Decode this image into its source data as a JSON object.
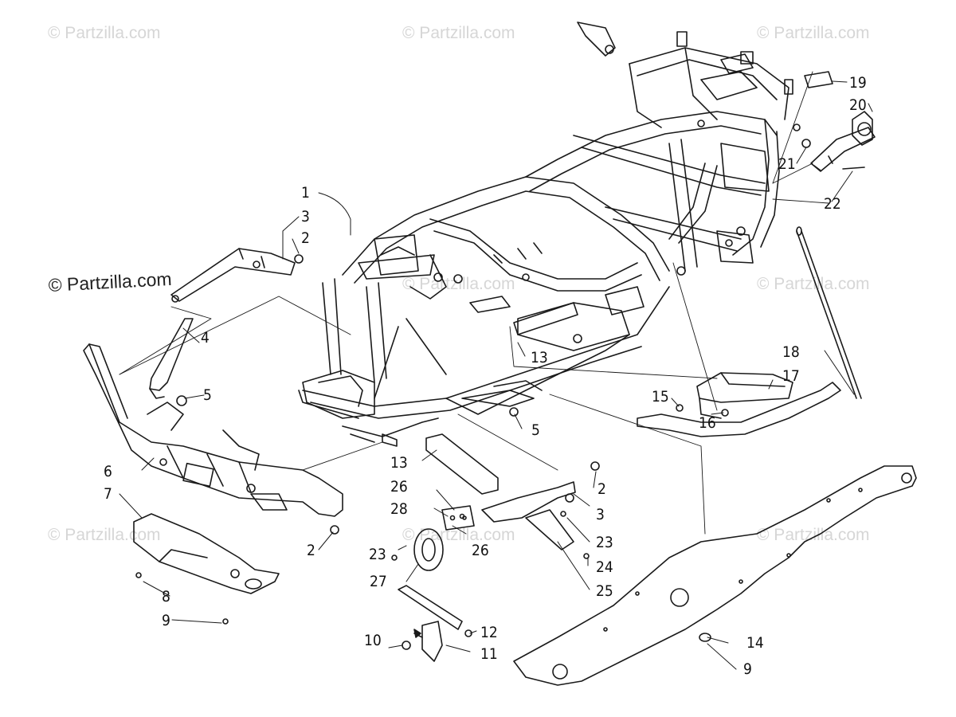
{
  "watermarks": {
    "tl": "© Partzilla.com",
    "tc": "© Partzilla.com",
    "tr": "© Partzilla.com",
    "ml": "© Partzilla.com",
    "mc": "© Partzilla.com",
    "mr": "© Partzilla.com",
    "bl": "© Partzilla.com",
    "bc": "© Partzilla.com",
    "br": "© Partzilla.com"
  },
  "callouts": {
    "c1": "1",
    "c2a": "2",
    "c2b": "2",
    "c2c": "2",
    "c3a": "3",
    "c3b": "3",
    "c4": "4",
    "c5a": "5",
    "c5b": "5",
    "c6": "6",
    "c7": "7",
    "c8": "8",
    "c9a": "9",
    "c9b": "9",
    "c10": "10",
    "c11": "11",
    "c12": "12",
    "c13a": "13",
    "c13b": "13",
    "c14": "14",
    "c15": "15",
    "c16": "16",
    "c17": "17",
    "c18": "18",
    "c19": "19",
    "c20": "20",
    "c21": "21",
    "c22": "22",
    "c23a": "23",
    "c23b": "23",
    "c24": "24",
    "c25": "25",
    "c26a": "26",
    "c26b": "26",
    "c27": "27",
    "c28": "28"
  },
  "colors": {
    "ink": "#1a1a1a",
    "watermark": "#d6d6d6",
    "background": "#ffffff"
  }
}
